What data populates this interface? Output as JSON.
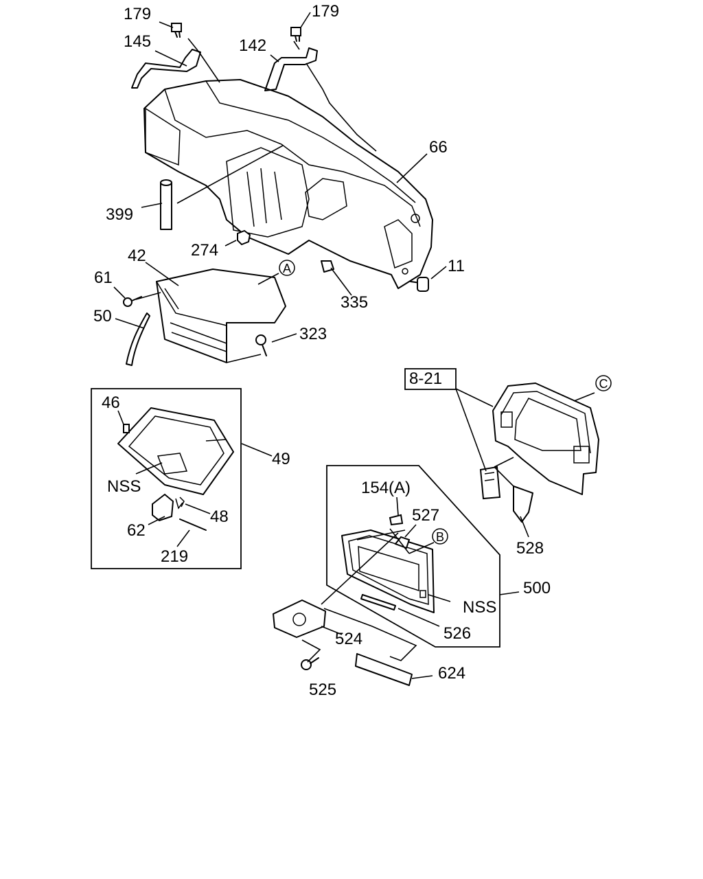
{
  "callouts": {
    "c179a": "179",
    "c179b": "179",
    "c145": "145",
    "c142": "142",
    "c66": "66",
    "c399": "399",
    "c274": "274",
    "c42": "42",
    "c61": "61",
    "c50": "50",
    "c11": "11",
    "c335": "335",
    "c323": "323",
    "c46": "46",
    "c49": "49",
    "c48": "48",
    "c62": "62",
    "c219": "219",
    "cnss1": "NSS",
    "c821": "8-21",
    "c528": "528",
    "c1544": "154(A)",
    "c527": "527",
    "c500": "500",
    "cnss2": "NSS",
    "c526": "526",
    "c524": "524",
    "c525": "525",
    "c624": "624"
  },
  "refs": {
    "a": "A",
    "b": "B",
    "c": "C"
  }
}
